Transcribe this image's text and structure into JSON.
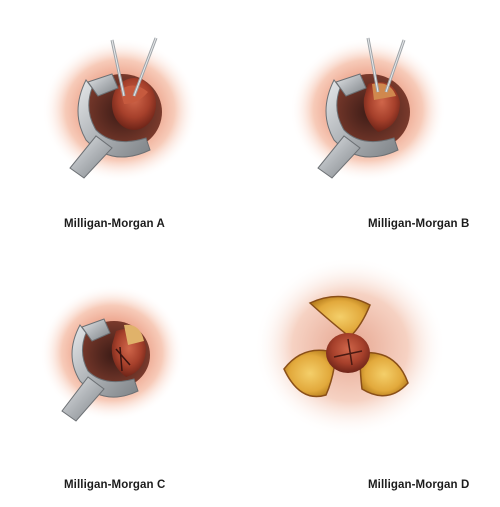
{
  "panels": [
    {
      "id": "A",
      "caption": "Milligan-Morgan A"
    },
    {
      "id": "B",
      "caption": "Milligan-Morgan B"
    },
    {
      "id": "C",
      "caption": "Milligan-Morgan C"
    },
    {
      "id": "D",
      "caption": "Milligan-Morgan D"
    }
  ],
  "colors": {
    "skin_glow": "#f2a88e",
    "skin_pale": "#fbe6dc",
    "retractor_metal": "#b8bcc0",
    "tissue_red": "#a83a28",
    "fat_yellow": "#e8b54a"
  },
  "icons": {
    "retractor": "anal-retractor",
    "forceps": "forceps-instrument",
    "hemorrhoid": "hemorrhoid-tissue",
    "wound": "excision-wound"
  }
}
